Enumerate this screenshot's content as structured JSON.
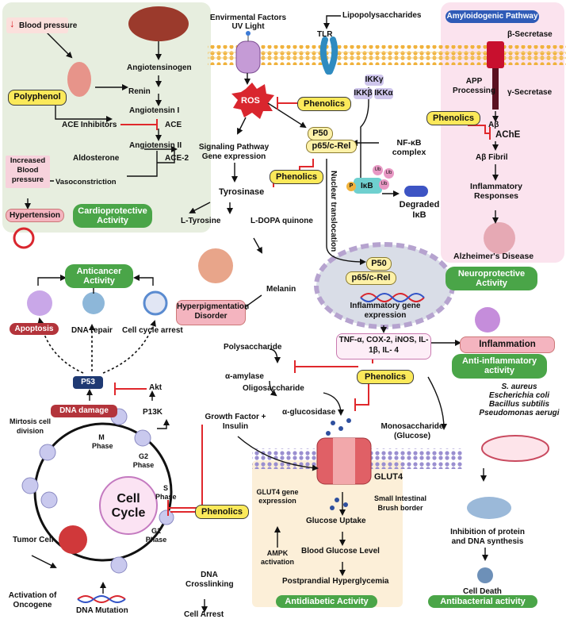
{
  "cardio": {
    "blood_pressure": "Blood pressure",
    "polyphenol": "Polyphenol",
    "angiotensinogen": "Angiotensinogen",
    "renin": "Renin",
    "angiotensin1": "Angiotensin I",
    "ace_inhibitors": "ACE Inhibitors",
    "ace": "ACE",
    "angiotensin2": "Angiotensin II",
    "aldosterone": "Aldosterone",
    "ace2": "ACE-2",
    "increased_bp": "Increased Blood pressure",
    "vasoconstriction": "Vasoconstriction",
    "hypertension": "Hypertension",
    "activity": "Cardioprotective Activity"
  },
  "center": {
    "env_factors": "Envirmental Factors",
    "uv_light": "UV Light",
    "lps": "Lipopolysaccharides",
    "tlr": "TLR",
    "ikkg": "IKKγ",
    "ikkb": "IKKβ",
    "ikka": "IKKα",
    "ros": "ROS",
    "phenolics": "Phenolics",
    "p50": "P50",
    "p65": "p65/c-Rel",
    "nfkb": "NF-κB complex",
    "signaling": "Signaling Pathway Gene expression",
    "tyrosinase": "Tyrosinase",
    "ikb": "IκB",
    "ub": "Ub",
    "p": "P",
    "degraded": "Degraded IκB",
    "nuclear": "Nuclear translocation",
    "l_tyrosine": "L-Tyrosine",
    "l_dopa": "L-DOPA quinone",
    "melanin": "Melanin",
    "hyperpig": "Hyperpigmentation Disorder",
    "inflam_gene": "Inflammatory gene expression"
  },
  "neuro": {
    "pathway": "Amyloidogenic Pathway",
    "beta_sec": "β-Secretase",
    "app": "APP Processing",
    "gamma_sec": "γ-Secretase",
    "abeta": "Aβ",
    "ache": "AChE",
    "fibril": "Aβ Fibril",
    "inflam_resp": "Inflammatory Responses",
    "alz": "Alzheimer's Disease",
    "activity": "Neuroprotective Activity"
  },
  "cancer": {
    "activity": "Anticancer Activity",
    "apoptosis": "Apoptosis",
    "dna_repair": "DNA repair",
    "cell_cycle_arrest": "Cell cycle arrest",
    "p53": "P53",
    "akt": "Akt",
    "dna_damage": "DNA damage",
    "p13k": "P13K",
    "mitosis": "Mirtosis cell division",
    "m_phase": "M Phase",
    "g2_phase": "G2 Phase",
    "s_phase": "S Phase",
    "g1_phase": "G1 Phase",
    "cell_cycle": "Cell Cycle",
    "tumor": "Tumor Cell",
    "dna_cross": "DNA Crosslinking",
    "cell_arrest": "Cell Arrest",
    "activation": "Activation of Oncogene",
    "dna_mutation": "DNA Mutation",
    "growth": "Growth Factor + Insulin"
  },
  "inflam": {
    "cytokines": "TNF-α, COX-2, iNOS, IL-1β, IL- 4",
    "inflammation": "Inflammation",
    "activity": "Anti-inflammatory activity"
  },
  "diabetes": {
    "polysaccharide": "Polysaccharide",
    "amylase": "α-amylase",
    "oligosaccharide": "Oligosaccharide",
    "glucosidase": "α-glucosidase",
    "monosaccharide": "Monosaccharide (Glucose)",
    "glut4": "GLUT4",
    "brush": "Small Intestinal Brush border",
    "glut4_gene": "GLUT4 gene expression",
    "glucose_uptake": "Glucose Uptake",
    "ampk": "AMPK activation",
    "bgl": "Blood Glucose Level",
    "pph": "Postprandial Hyperglycemia",
    "activity": "Antidiabetic Activity"
  },
  "bacteria": {
    "s_aureus": "S. aureus",
    "e_coli": "Escherichia coli",
    "b_subtilis": "Bacillus subtilis",
    "p_aerugi": "Pseudomonas aerugi",
    "inhibition": "Inhibition of protein and DNA synthesis",
    "cell_death": "Cell Death",
    "activity": "Antibacterial activity"
  },
  "colors": {
    "activity_green": "#4aa548",
    "phenolics_yellow": "#fbe95a",
    "inhibit_red": "#e0282c",
    "cardio_bg": "#e7eedf",
    "neuro_bg": "#fbe3ee",
    "diabetes_bg": "#fcefd8",
    "navy": "#1f3a73"
  }
}
